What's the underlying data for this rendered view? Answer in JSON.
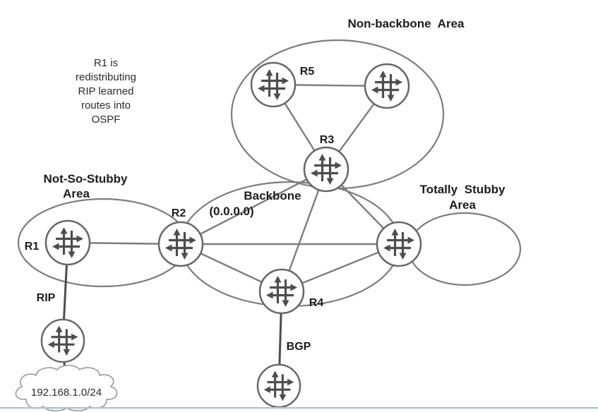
{
  "page": {
    "background": "#ffffff"
  },
  "diagram": {
    "annotation": {
      "lines": [
        "R1 is",
        "redistributing",
        "RIP learned",
        "routes into",
        "OSPF"
      ]
    },
    "areas": {
      "non_backbone": {
        "title": "Non-backbone Area"
      },
      "not_so_stubby": {
        "title_line1": "Not-So-Stubby",
        "title_line2": "Area"
      },
      "backbone": {
        "title_line1": "Backbone",
        "title_line2": "(0.0.0.0)"
      },
      "totally_stubby": {
        "title_line1": "Totally Stubby",
        "title_line2": "Area"
      }
    },
    "routers": {
      "r1": {
        "label": "R1"
      },
      "r2": {
        "label": "R2"
      },
      "r3": {
        "label": "R3"
      },
      "r4": {
        "label": "R4"
      },
      "r5": {
        "label": "R5"
      }
    },
    "link_labels": {
      "rip": "RIP",
      "bgp": "BGP"
    },
    "cloud": {
      "label": "192.168.1.0/24"
    },
    "colors": {
      "area_outline": "#7d7d7d",
      "mesh_link": "#7d7d7d",
      "external_link": "#4d4d4d",
      "router_outline": "#666666",
      "router_arrows": "#4d4d4d",
      "text": "#1c1c1c",
      "bottom_bar": "#a5c7dc"
    }
  }
}
